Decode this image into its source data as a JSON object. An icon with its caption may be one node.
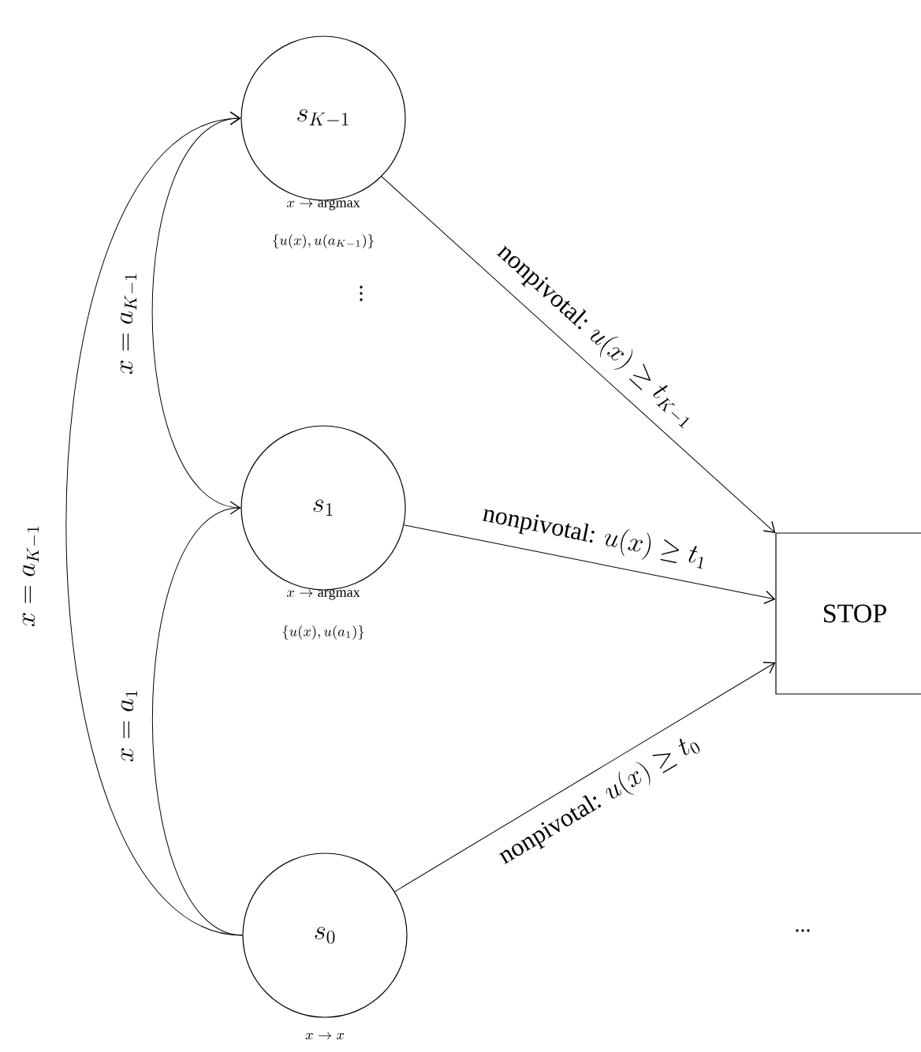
{
  "diagram": {
    "nodes": [
      {
        "text": [
          "s_{K-1}"
        ],
        "beside": [
          "x \\to \\mathrm{argmax}",
          "\\{u(x), u(a_{K-1})\\}"
        ]
      },
      {
        "text": [
          "s_1"
        ],
        "beside": [
          "x \\to \\mathrm{argmax}",
          "\\{u(x), u(a_1)\\}"
        ]
      },
      {
        "text": [
          "s_0"
        ],
        "beside": [
          "x \\to x"
        ]
      },
      {
        "text": [
          "STOP"
        ]
      }
    ],
    "edges": [
      {
        "from": 2,
        "to": 0,
        "arrow": "to",
        "label": "x = a_{K-1}"
      },
      {
        "from": 1,
        "to": 0,
        "arrow": "to",
        "label": "x = a_{K-1}"
      },
      {
        "from": 2,
        "to": 1,
        "arrow": "to",
        "label": "x = a_1"
      },
      {
        "from": 0,
        "to": 3,
        "arrow": "to",
        "label": "\\mbox{nonpivotal: } u(x) \\geq t_{K-1}"
      },
      {
        "from": 1,
        "to": 3,
        "arrow": "to",
        "label": "\\mbox{nonpivotal: } u(x) \\geq t_1"
      },
      {
        "from": 2,
        "to": 3,
        "arrow": "to",
        "label": "\\mbox{nonpivotal: } u(x) \\geq t_0"
      }
    ],
    "labels": [
      "\\vdots",
      "..."
    ]
  }
}
